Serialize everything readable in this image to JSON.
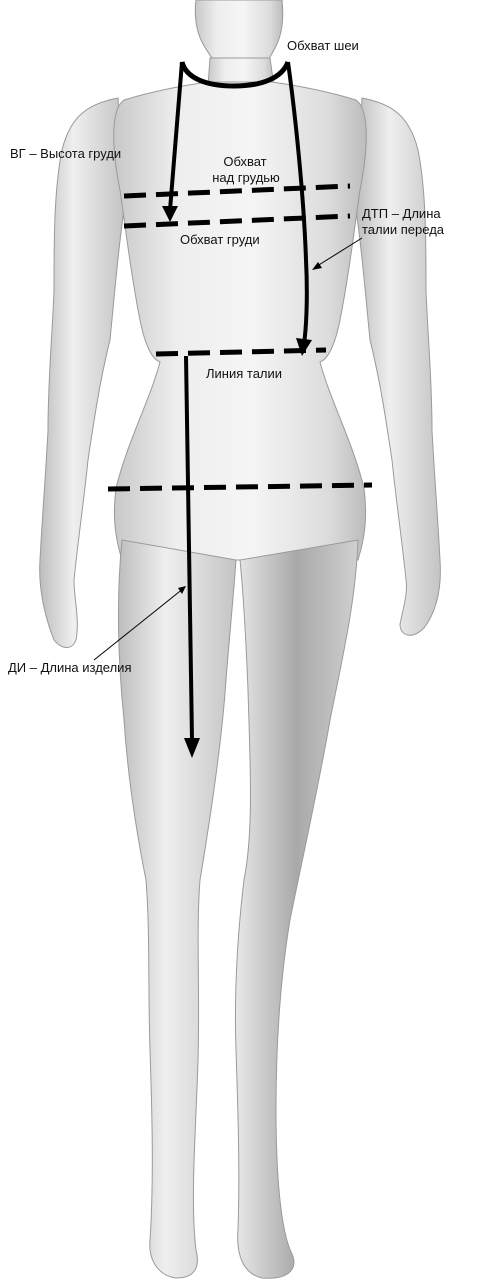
{
  "figure": {
    "labels": {
      "neck": "Обхват шеи",
      "bust_height": "ВГ – Высота груди",
      "above_bust_line1": "Обхват",
      "above_bust_line2": "над грудью",
      "bust": "Обхват груди",
      "front_waist_length_line1": "ДТП – Длина",
      "front_waist_length_line2": "талии переда",
      "waist_line": "Линия талии",
      "garment_length": "ДИ – Длина изделия"
    },
    "colors": {
      "measure_line": "#000000",
      "mannequin_fill": "#e9e9e9",
      "mannequin_shadow": "#bdbdbd",
      "mannequin_outline": "#8a8a8a"
    }
  }
}
